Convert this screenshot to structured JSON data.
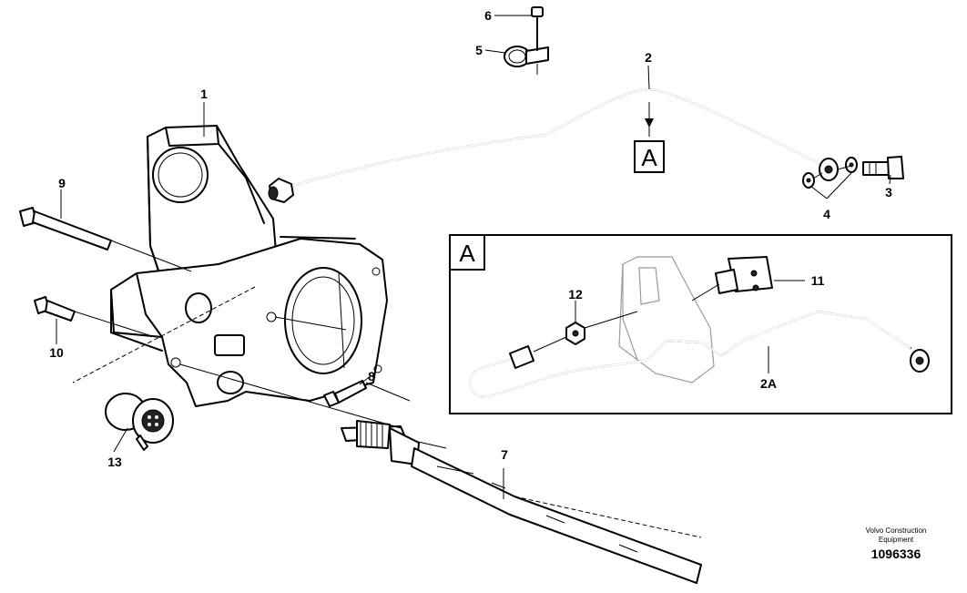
{
  "callouts": {
    "c1": "1",
    "c2": "2",
    "c2a": "2A",
    "c3": "3",
    "c4": "4",
    "c5": "5",
    "c6": "6",
    "c7": "7",
    "c8": "8",
    "c9": "9",
    "c10": "10",
    "c11": "11",
    "c12": "12",
    "c13": "13"
  },
  "detail": {
    "marker_label": "A",
    "box_label": "A"
  },
  "footer": {
    "brand_line1": "Volvo Construction",
    "brand_line2": "Equipment",
    "doc_number": "1096336"
  }
}
